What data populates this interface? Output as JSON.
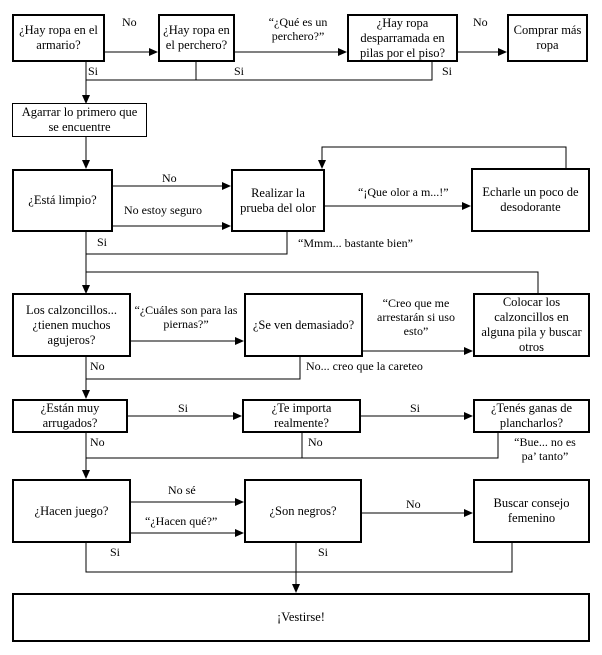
{
  "nodes": {
    "ropa_armario": "¿Hay ropa en el armario?",
    "ropa_perchero": "¿Hay ropa en el perchero?",
    "ropa_pilas": "¿Hay ropa desparramada en pilas por el piso?",
    "comprar": "Comprar más ropa",
    "agarrar": "Agarrar lo primero que se encuentre",
    "limpio": "¿Está limpio?",
    "prueba_olor": "Realizar la prueba del olor",
    "desodorante": "Echarle un poco de desodorante",
    "calzoncillos": "Los calzoncillos... ¿tienen muchos agujeros?",
    "se_ven": "¿Se ven demasiado?",
    "colocar": "Colocar los calzoncillos en alguna pila y buscar otros",
    "arrugados": "¿Están muy arrugados?",
    "importa": "¿Te importa realmente?",
    "planchar": "¿Tenés ganas de plancharlos?",
    "juego": "¿Hacen juego?",
    "negros": "¿Son negros?",
    "consejo": "Buscar consejo femenino",
    "vestirse": "¡Vestirse!"
  },
  "labels": {
    "no_1": "No",
    "que_es_perchero": "“¿Qué es un perchero?”",
    "no_2": "No",
    "si_1": "Si",
    "si_2": "Si",
    "si_3": "Si",
    "no_limpio": "No",
    "no_seguro": "No estoy seguro",
    "que_olor": "“¡Que olor a m...!”",
    "si_limpio": "Si",
    "mmm": "“Mmm... bastante bien”",
    "cuales_piernas": "“¿Cuáles son para las piernas?”",
    "arrestaran": "“Creo que me arrestarán si uso esto”",
    "no_agujeros": "No",
    "no_careteo": "No... creo que la careteo",
    "si_arrugados": "Si",
    "si_importa": "Si",
    "no_arrugados": "No",
    "no_importa": "No",
    "bue": "“Bue... no es pa’ tanto”",
    "no_se": "No sé",
    "hacen_que": "“¿Hacen qué?”",
    "no_negros": "No",
    "si_juego": "Si",
    "si_negros": "Si"
  }
}
